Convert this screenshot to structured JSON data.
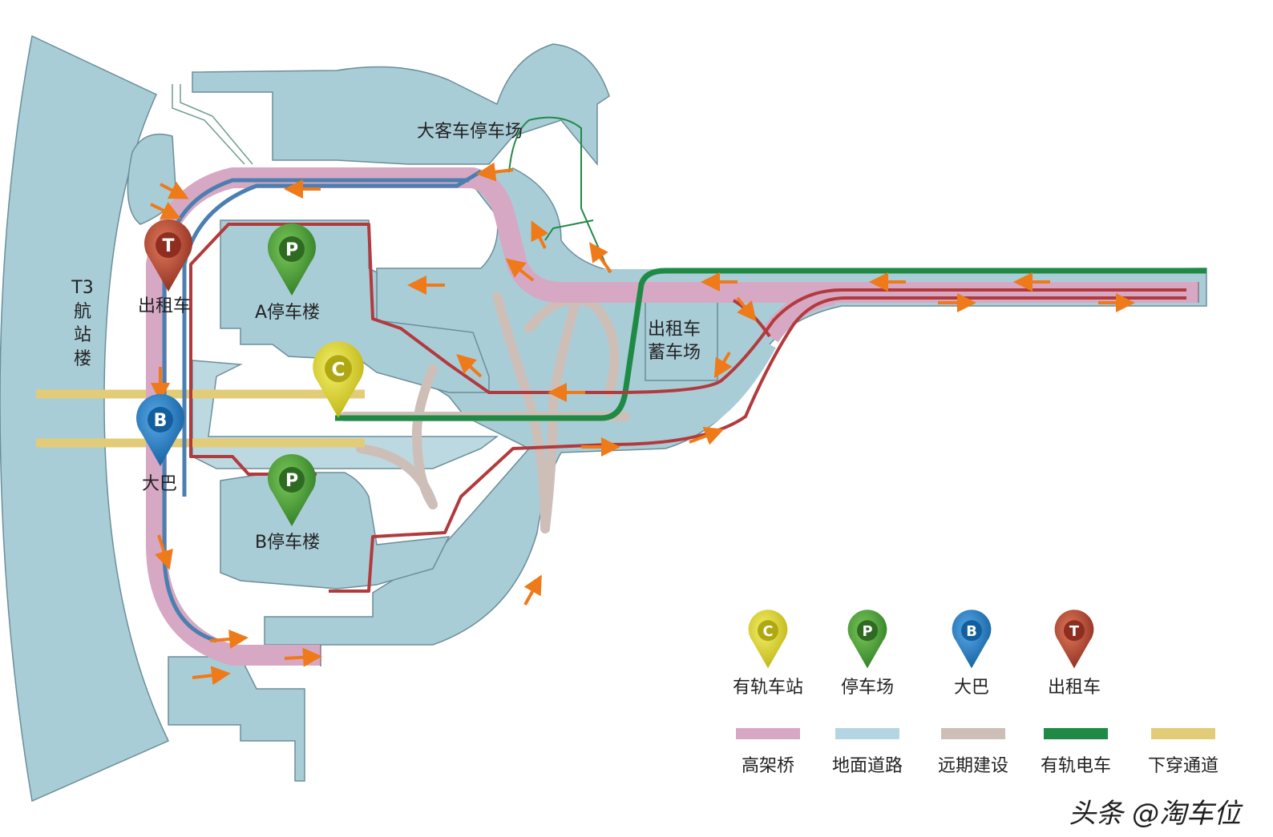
{
  "labels": {
    "terminal": [
      "T3",
      "航",
      "站",
      "楼"
    ],
    "bus_parking": "大客车停车场",
    "taxi_pool_line1": "出租车",
    "taxi_pool_line2": "蓄车场",
    "parking_a": "A停车楼",
    "parking_b": "B停车楼",
    "taxi": "出租车",
    "bus": "大巴"
  },
  "markers": {
    "tram_station": "C",
    "parking": "P",
    "bus": "B",
    "taxi": "T"
  },
  "legend_markers": [
    {
      "letter": "C",
      "label": "有轨车站",
      "color": "#d8d21e"
    },
    {
      "letter": "P",
      "label": "停车场",
      "color": "#3f9a32"
    },
    {
      "letter": "B",
      "label": "大巴",
      "color": "#1b76c0"
    },
    {
      "letter": "T",
      "label": "出租车",
      "color": "#b0412f"
    }
  ],
  "legend_lines": [
    {
      "label": "高架桥",
      "color": "#d7a8c3"
    },
    {
      "label": "地面道路",
      "color": "#b4d6e2"
    },
    {
      "label": "远期建设",
      "color": "#cdbfb8"
    },
    {
      "label": "有轨电车",
      "color": "#1f8a45"
    },
    {
      "label": "下穿通道",
      "color": "#e2cc78"
    }
  ],
  "colors": {
    "ground": "#a9cdd7",
    "elevated": "#d7a8c3",
    "future": "#cdbfb8",
    "tram": "#1f8a45",
    "underpass": "#e2cc78",
    "route_red": "#b23a3c",
    "route_blue": "#4a7fb0",
    "arrow": "#ee7a1a"
  },
  "watermark": "头条 @淘车位"
}
